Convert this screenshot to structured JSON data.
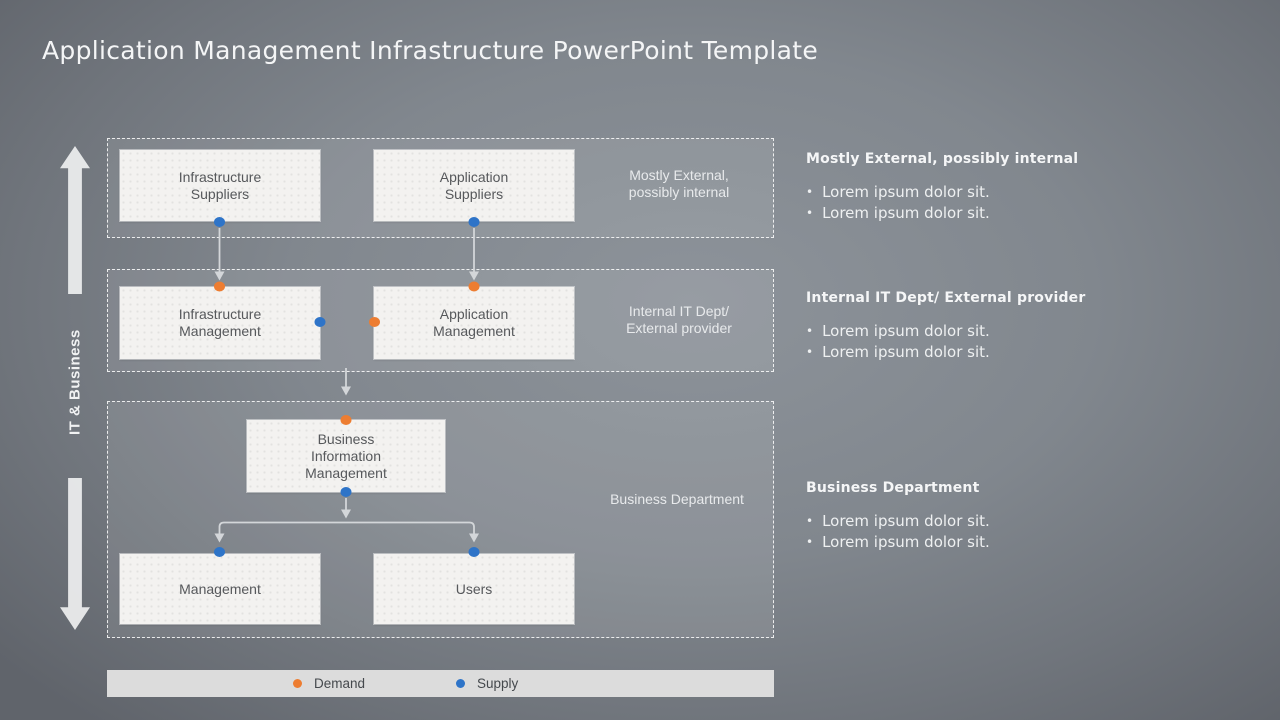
{
  "title": "Application Management Infrastructure PowerPoint Template",
  "axis": {
    "label": "IT & Business"
  },
  "bands": [
    {
      "name": "suppliers",
      "label": "Mostly External,\npossibly internal"
    },
    {
      "name": "it-management",
      "label": "Internal IT Dept/\nExternal provider"
    },
    {
      "name": "business-department",
      "label": "Business Department"
    }
  ],
  "boxes": {
    "infrastructure_suppliers": "Infrastructure\nSuppliers",
    "application_suppliers": "Application\nSuppliers",
    "infrastructure_management": "Infrastructure\nManagement",
    "application_management": "Application\nManagement",
    "business_information_management": "Business\nInformation\nManagement",
    "management": "Management",
    "users": "Users"
  },
  "notes": [
    {
      "heading": "Mostly External, possibly internal",
      "bullets": [
        "Lorem ipsum dolor sit.",
        "Lorem ipsum dolor sit."
      ]
    },
    {
      "heading": "Internal IT Dept/ External provider",
      "bullets": [
        "Lorem ipsum dolor sit.",
        "Lorem ipsum dolor sit."
      ]
    },
    {
      "heading": "Business Department",
      "bullets": [
        "Lorem ipsum dolor sit.",
        "Lorem ipsum dolor sit."
      ]
    }
  ],
  "legend": {
    "items": [
      {
        "label": "Demand",
        "color": "#ED7D31"
      },
      {
        "label": "Supply",
        "color": "#2E74C8"
      }
    ]
  },
  "ui": {
    "bullet_glyph": "•"
  },
  "colors": {
    "demand": "#ED7D31",
    "supply": "#2E74C8",
    "connector": "#D3D6D9"
  }
}
